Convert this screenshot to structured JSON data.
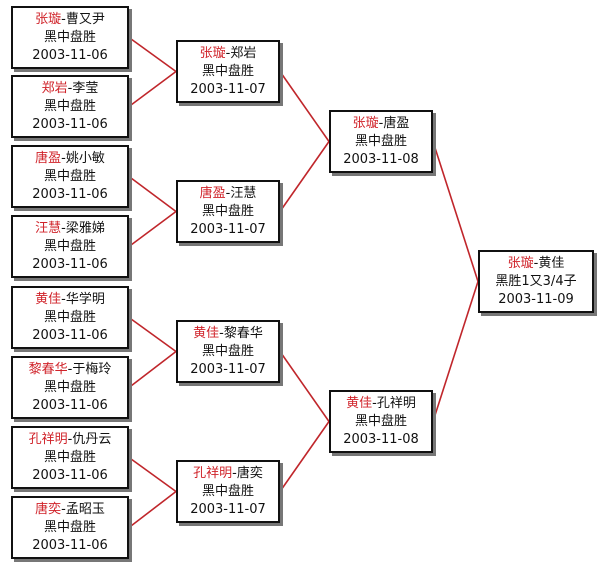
{
  "colors": {
    "winner": "#d0232a",
    "connector": "#c0262b",
    "text": "#111111",
    "border": "#111111"
  },
  "round1": [
    {
      "winner": "张璇",
      "loser": "曹又尹",
      "result": "黑中盘胜",
      "date": "2003-11-06"
    },
    {
      "winner": "郑岩",
      "loser": "李莹",
      "result": "黑中盘胜",
      "date": "2003-11-06"
    },
    {
      "winner": "唐盈",
      "loser": "姚小敏",
      "result": "黑中盘胜",
      "date": "2003-11-06"
    },
    {
      "winner": "汪慧",
      "loser": "梁雅娣",
      "result": "黑中盘胜",
      "date": "2003-11-06"
    },
    {
      "winner": "黄佳",
      "loser": "华学明",
      "result": "黑中盘胜",
      "date": "2003-11-06"
    },
    {
      "winner": "黎春华",
      "loser": "于梅玲",
      "result": "黑中盘胜",
      "date": "2003-11-06"
    },
    {
      "winner": "孔祥明",
      "loser": "仇丹云",
      "result": "黑中盘胜",
      "date": "2003-11-06"
    },
    {
      "winner": "唐奕",
      "loser": "孟昭玉",
      "result": "黑中盘胜",
      "date": "2003-11-06"
    }
  ],
  "round2": [
    {
      "winner": "张璇",
      "loser": "郑岩",
      "result": "黑中盘胜",
      "date": "2003-11-07"
    },
    {
      "winner": "唐盈",
      "loser": "汪慧",
      "result": "黑中盘胜",
      "date": "2003-11-07"
    },
    {
      "winner": "黄佳",
      "loser": "黎春华",
      "result": "黑中盘胜",
      "date": "2003-11-07"
    },
    {
      "winner": "孔祥明",
      "loser": "唐奕",
      "result": "黑中盘胜",
      "date": "2003-11-07"
    }
  ],
  "round3": [
    {
      "winner": "张璇",
      "loser": "唐盈",
      "result": "黑中盘胜",
      "date": "2003-11-08"
    },
    {
      "winner": "黄佳",
      "loser": "孔祥明",
      "result": "黑中盘胜",
      "date": "2003-11-08"
    }
  ],
  "final": [
    {
      "winner": "张璇",
      "loser": "黄佳",
      "result": "黑胜1又3/4子",
      "date": "2003-11-09"
    }
  ]
}
